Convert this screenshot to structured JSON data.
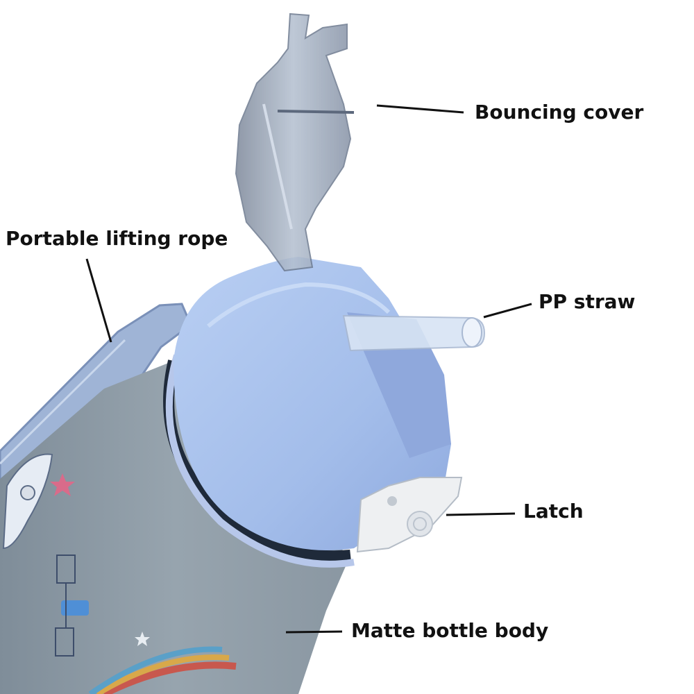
{
  "labels": {
    "bouncing_cover": "Bouncing cover",
    "lifting_rope": "Portable lifting rope",
    "pp_straw": "PP straw",
    "latch": "Latch",
    "bottle_body": "Matte bottle body"
  },
  "colors": {
    "background": "#ffffff",
    "bottle_body": "#8d9aa5",
    "lid": "#a6c0ec",
    "lid_shadow": "#7f98cf",
    "strap": "#9fb4d6",
    "cover": "#9aa8bb",
    "straw": "#d8e4f4",
    "latch": "#eef0f2",
    "gasket": "#1f2a3a",
    "leader_line": "#111111",
    "text": "#111111"
  },
  "icons": [
    "star-decal-icon",
    "rocket-decal-icon",
    "satellite-decal-icon"
  ]
}
